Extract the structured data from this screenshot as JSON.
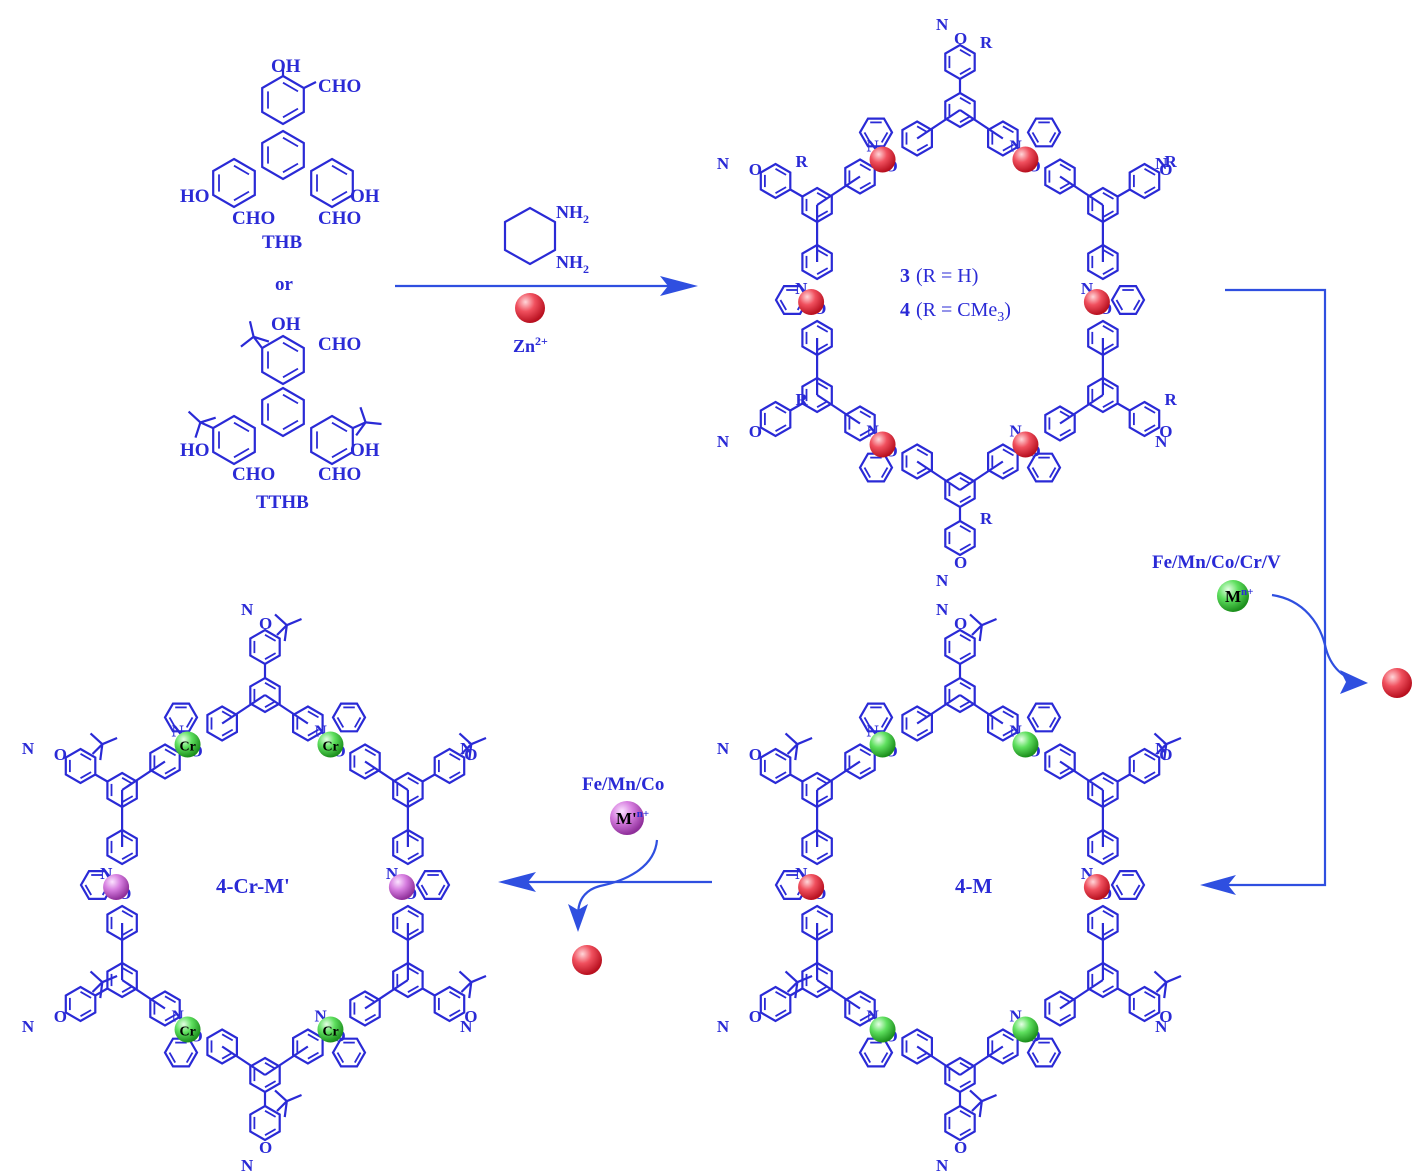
{
  "colors": {
    "structure": "#2a2ad6",
    "arrow": "#2f4fe0",
    "zinc_ball": "#e8283a",
    "metal_ball": "#3bd43b",
    "metal_prime_ball": "#cc5fd6"
  },
  "reactants": {
    "thb": {
      "label": "THB",
      "oh_top": "OH",
      "cho_top": "CHO",
      "ho_left": "HO",
      "oh_right": "OH",
      "cho_left": "CHO",
      "cho_right": "CHO"
    },
    "or_text": "or",
    "tthb": {
      "label": "TTHB",
      "oh_top": "OH",
      "cho_top": "CHO",
      "ho_left": "HO",
      "oh_right": "OH",
      "cho_left": "CHO",
      "cho_right": "CHO"
    }
  },
  "step1": {
    "nh2_top": "NH",
    "nh2_bottom": "NH",
    "sub2": "2",
    "zinc_label": "Zn",
    "zinc_charge": "2+"
  },
  "macrocycle_top": {
    "compound3_num": "3",
    "compound3_r": "(R = H)",
    "compound4_num": "4",
    "compound4_r": "(R = CMe",
    "compound4_sub": "3",
    "compound4_close": ")",
    "r_label": "R"
  },
  "step2": {
    "metals": "Fe/Mn/Co/Cr/V",
    "metal_label": "M",
    "metal_charge": "n+"
  },
  "macrocycle_4m": {
    "label": "4-M"
  },
  "step3": {
    "metals": "Fe/Mn/Co",
    "metal_label": "M'",
    "metal_charge": "n+"
  },
  "macrocycle_4crm": {
    "label": "4-Cr-M'",
    "cr_label": "Cr"
  },
  "atoms": {
    "n": "N",
    "o": "O"
  }
}
